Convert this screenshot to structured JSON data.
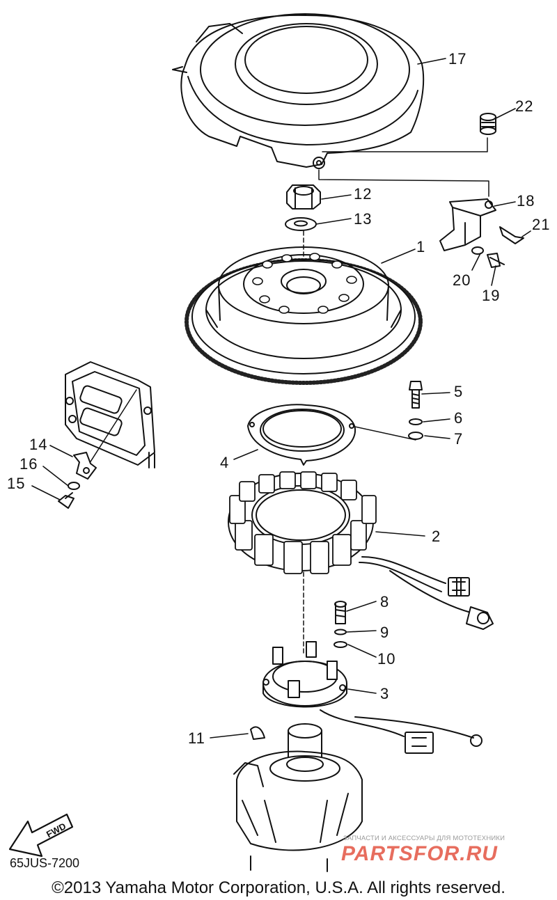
{
  "diagram": {
    "code": "65JUS-7200",
    "copyright": "©2013 Yamaha Motor Corporation, U.S.A. All rights reserved.",
    "fwd_label": "FWD"
  },
  "watermark": {
    "tagline": "ЗАПЧАСТИ И АКСЕССУАРЫ ДЛЯ МОТОТЕХНИКИ",
    "brand": "PARTSFOR.RU",
    "color": "#e76d5e"
  },
  "callouts": {
    "c1": "1",
    "c2": "2",
    "c3": "3",
    "c4": "4",
    "c5": "5",
    "c6": "6",
    "c7": "7",
    "c8": "8",
    "c9": "9",
    "c10": "10",
    "c11": "11",
    "c12": "12",
    "c13": "13",
    "c14": "14",
    "c15": "15",
    "c16": "16",
    "c17": "17",
    "c18": "18",
    "c19": "19",
    "c20": "20",
    "c21": "21",
    "c22": "22"
  }
}
